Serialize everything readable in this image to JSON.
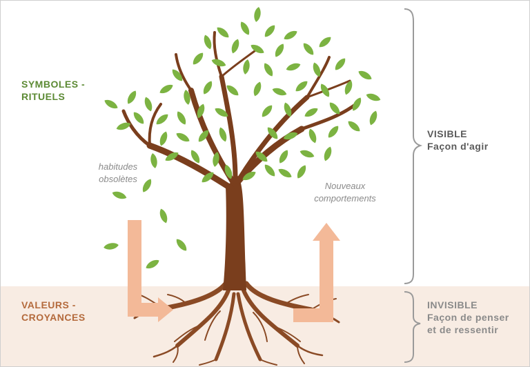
{
  "labels": {
    "symbols_line1": "SYMBOLES -",
    "symbols_line2": "RITUELS",
    "values_line1": "VALEURS -",
    "values_line2": "CROYANCES",
    "visible_title": "VISIBLE",
    "visible_sub": "Façon d'agir",
    "invisible_title": "INVISIBLE",
    "invisible_sub_line1": "Façon de penser",
    "invisible_sub_line2": "et de ressentir",
    "habits_line1": "habitudes",
    "habits_line2": "obsolètes",
    "new_line1": "Nouveaux",
    "new_line2": "comportements"
  },
  "colors": {
    "leaf": "#7cb342",
    "leaf_dark": "#558b2f",
    "trunk": "#7a3e1d",
    "roots": "#8a4a25",
    "arrow": "#f3b998",
    "ground": "#f8ece3",
    "bracket": "#9a9a9a"
  }
}
